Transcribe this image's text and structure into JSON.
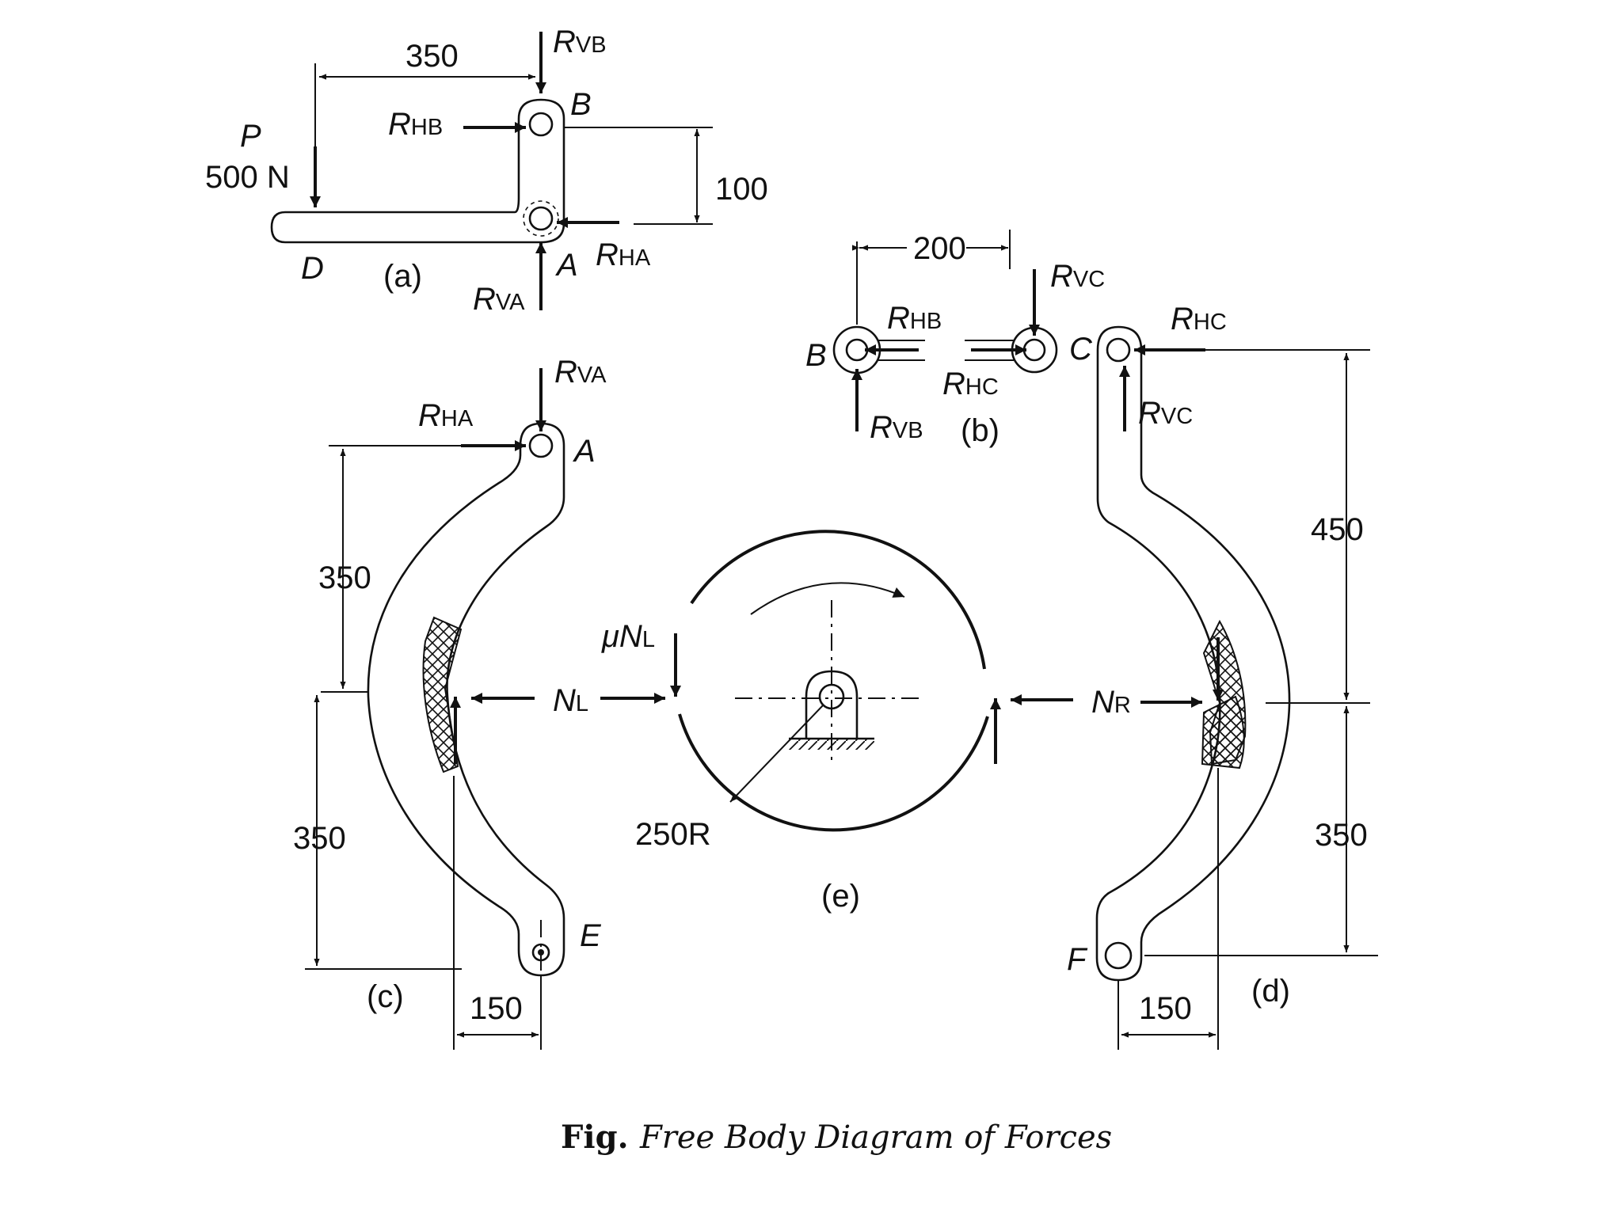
{
  "labels": {
    "P": "P",
    "force_500": "500 N",
    "D": "D",
    "A": "A",
    "B": "B",
    "C": "C",
    "E": "E",
    "F": "F",
    "R": "R",
    "sub_VB": "VB",
    "sub_HB": "HB",
    "sub_HA": "HA",
    "sub_VA": "VA",
    "sub_VC": "VC",
    "sub_HC": "HC",
    "N": "N",
    "sub_L": "L",
    "sub_R": "R",
    "mu_NL": "μN",
    "radius": "250R"
  },
  "panels": {
    "a": "(a)",
    "b": "(b)",
    "c": "(c)",
    "d": "(d)",
    "e": "(e)"
  },
  "dimensions": {
    "a_horizontal": "350",
    "a_vertical": "100",
    "b_horizontal": "200",
    "c_upper": "350",
    "c_lower": "350",
    "c_offset": "150",
    "d_upper": "450",
    "d_lower": "350",
    "d_offset": "150"
  },
  "caption": {
    "prefix": "Fig.",
    "text": "Free Body Diagram of Forces"
  }
}
